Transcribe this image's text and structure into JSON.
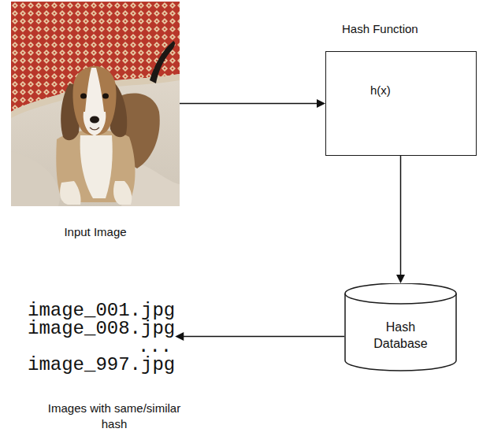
{
  "diagram": {
    "nodes": [
      {
        "text": [
          "Input Image"
        ]
      },
      {
        "text": [
          "Hash Function",
          "h(x)"
        ]
      },
      {
        "text": [
          "Hash Database"
        ]
      },
      {
        "text": [
          "image_001.jpg",
          "image_008.jpg",
          "...",
          "image_997.jpg",
          "Images with same/similar hash"
        ]
      }
    ],
    "edges": [
      {
        "from": 0,
        "to": 1,
        "arrow": "to"
      },
      {
        "from": 1,
        "to": 2,
        "arrow": "to"
      },
      {
        "from": 2,
        "to": 3,
        "arrow": "to"
      }
    ]
  }
}
